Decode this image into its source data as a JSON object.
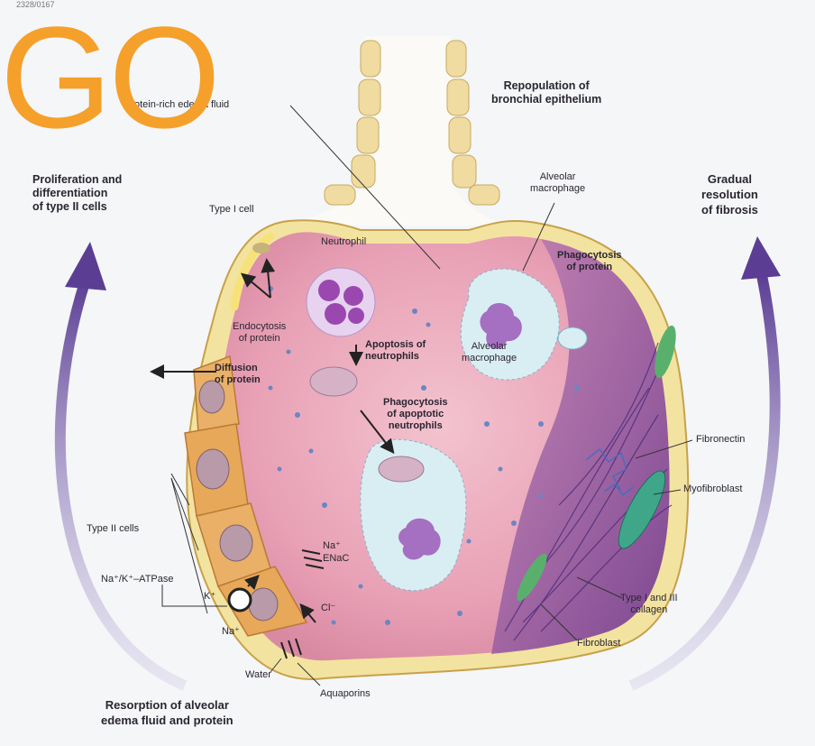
{
  "header_text": "2328/0167",
  "overlay": {
    "go": "GO"
  },
  "labels": {
    "protein_rich_edema_fluid": "Protein-rich edema fluid",
    "repopulation_1": "Repopulation of",
    "repopulation_2": "bronchial epithelium",
    "proliferation_1": "Proliferation and",
    "proliferation_2": "differentiation",
    "proliferation_3": "of type II cells",
    "type_i_cell": "Type I cell",
    "alveolar_macrophage_1": "Alveolar",
    "alveolar_macrophage_2": "macrophage",
    "gradual_1": "Gradual",
    "gradual_2": "resolution",
    "gradual_3": "of fibrosis",
    "neutrophil": "Neutrophil",
    "phagocytosis_protein_1": "Phagocytosis",
    "phagocytosis_protein_2": "of protein",
    "endocytosis_1": "Endocytosis",
    "endocytosis_2": "of protein",
    "apoptosis_1": "Apoptosis of",
    "apoptosis_2": "neutrophils",
    "inner_macrophage_1": "Alveolar",
    "inner_macrophage_2": "macrophage",
    "diffusion_1": "Diffusion",
    "diffusion_2": "of protein",
    "phago_apoptotic_1": "Phagocytosis",
    "phago_apoptotic_2": "of apoptotic",
    "phago_apoptotic_3": "neutrophils",
    "fibronectin": "Fibronectin",
    "myofibroblast": "Myofibroblast",
    "type_ii_cells": "Type II cells",
    "na_plus": "Na⁺",
    "enac": "ENaC",
    "na_k_atpase": "Na⁺/K⁺–ATPase",
    "k_plus": "K⁺",
    "na_plus_2": "Na⁺",
    "cl_minus": "Cl⁻",
    "collagen_1": "Type I and III",
    "collagen_2": "collagen",
    "fibroblast": "Fibroblast",
    "water": "Water",
    "aquaporins": "Aquaporins",
    "resorption_1": "Resorption of alveolar",
    "resorption_2": "edema fluid and protein"
  },
  "colors": {
    "alveolar_fill": "#e9a3b6",
    "epithelium": "#f2de88",
    "type_ii_cell": "#e8a85a",
    "neutrophil": "#9a48b0",
    "macrophage": "#d9eef3",
    "fibrosis": "#8a4fa0",
    "arrow_purple": "#6b4a9c",
    "overlay_orange": "#f5a02a"
  }
}
